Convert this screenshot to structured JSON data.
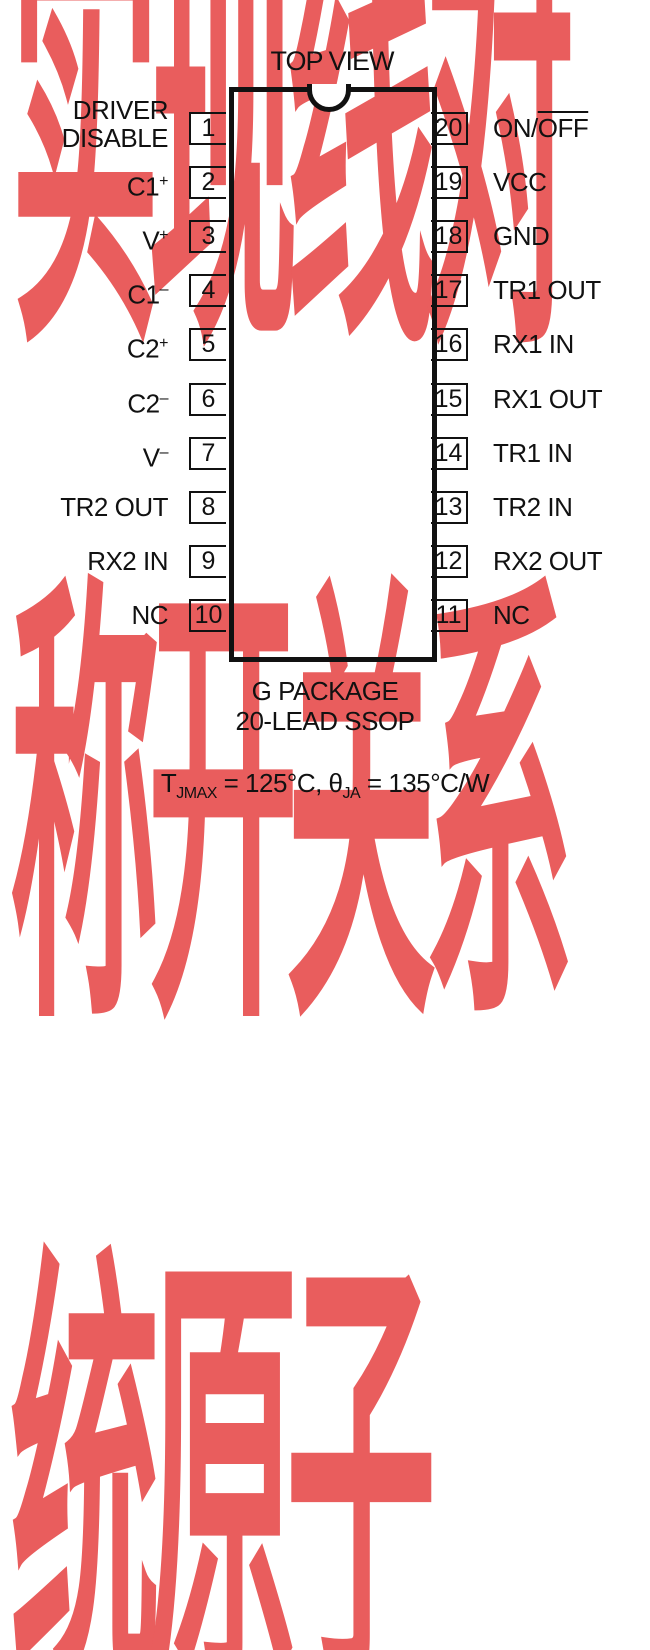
{
  "watermark": "实现线对称开关系统原子",
  "title": "TOP VIEW",
  "package_line1": "G PACKAGE",
  "package_line2": "20-LEAD SSOP",
  "thermal": {
    "t": "T",
    "t_sub": "JMAX",
    "t_val": " = 125°C, ",
    "theta": "θ",
    "theta_sub": "JA",
    "theta_val": " = 135°C/W"
  },
  "left_pins": [
    {
      "num": "1",
      "line1": "DRIVER",
      "line2": "DISABLE"
    },
    {
      "num": "2",
      "base": "C1",
      "sup": "+"
    },
    {
      "num": "3",
      "base": "V",
      "sup": "+"
    },
    {
      "num": "4",
      "base": "C1",
      "sup": "–"
    },
    {
      "num": "5",
      "base": "C2",
      "sup": "+"
    },
    {
      "num": "6",
      "base": "C2",
      "sup": "–"
    },
    {
      "num": "7",
      "base": "V",
      "sup": "–"
    },
    {
      "num": "8",
      "base": "TR2 OUT"
    },
    {
      "num": "9",
      "base": "RX2 IN"
    },
    {
      "num": "10",
      "base": "NC"
    }
  ],
  "right_pins": [
    {
      "num": "20",
      "base": "ON/",
      "overline": "OFF"
    },
    {
      "num": "19",
      "base": "VCC"
    },
    {
      "num": "18",
      "base": "GND"
    },
    {
      "num": "17",
      "base": "TR1 OUT"
    },
    {
      "num": "16",
      "base": "RX1 IN"
    },
    {
      "num": "15",
      "base": "RX1 OUT"
    },
    {
      "num": "14",
      "base": "TR1 IN"
    },
    {
      "num": "13",
      "base": "TR2 IN"
    },
    {
      "num": "12",
      "base": "RX2 OUT"
    },
    {
      "num": "11",
      "base": "NC"
    }
  ]
}
